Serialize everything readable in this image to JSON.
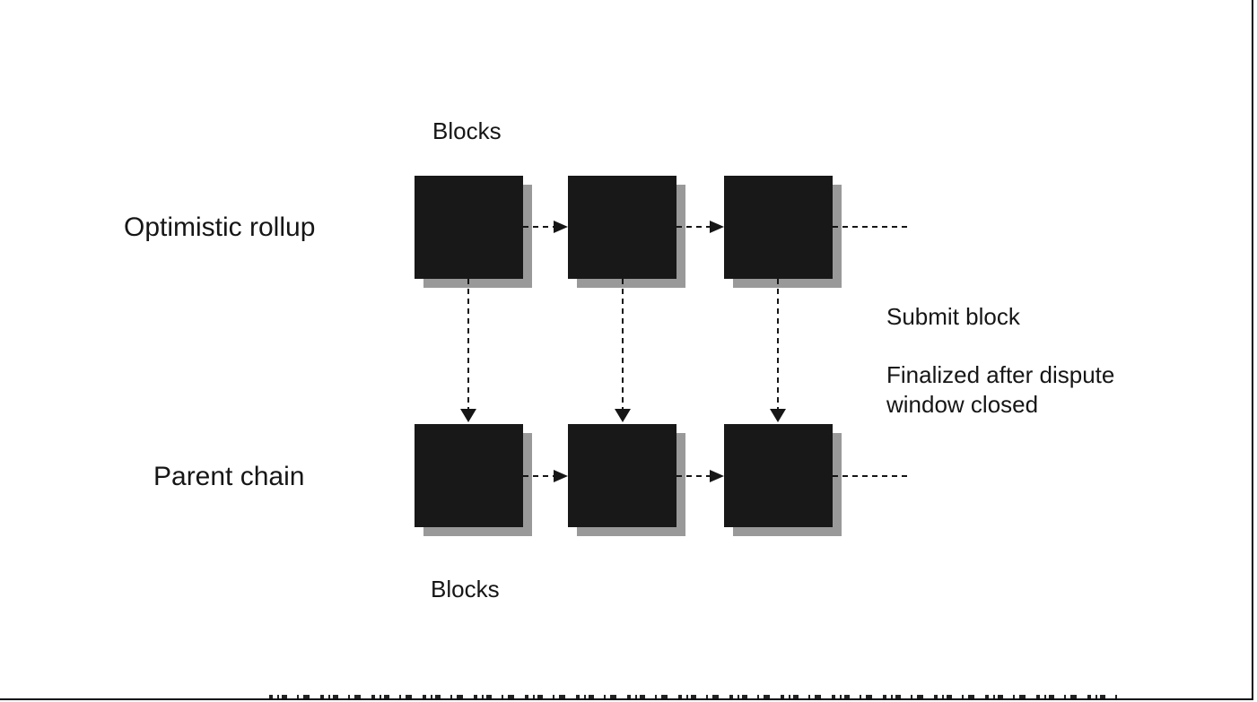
{
  "figure": {
    "top_row": {
      "label": "Optimistic rollup",
      "blocks_caption": "Blocks",
      "block_count": 3
    },
    "bottom_row": {
      "label": "Parent chain",
      "blocks_caption": "Blocks",
      "block_count": 3
    },
    "annotations": {
      "submit_block": "Submit block",
      "finalized": "Finalized after dispute\nwindow closed"
    }
  },
  "colors": {
    "background": "#ffffff",
    "block_fill": "#181818",
    "block_shadow": "#999999",
    "line": "#161616",
    "text": "#161616",
    "frame": "#0a0a0a"
  }
}
